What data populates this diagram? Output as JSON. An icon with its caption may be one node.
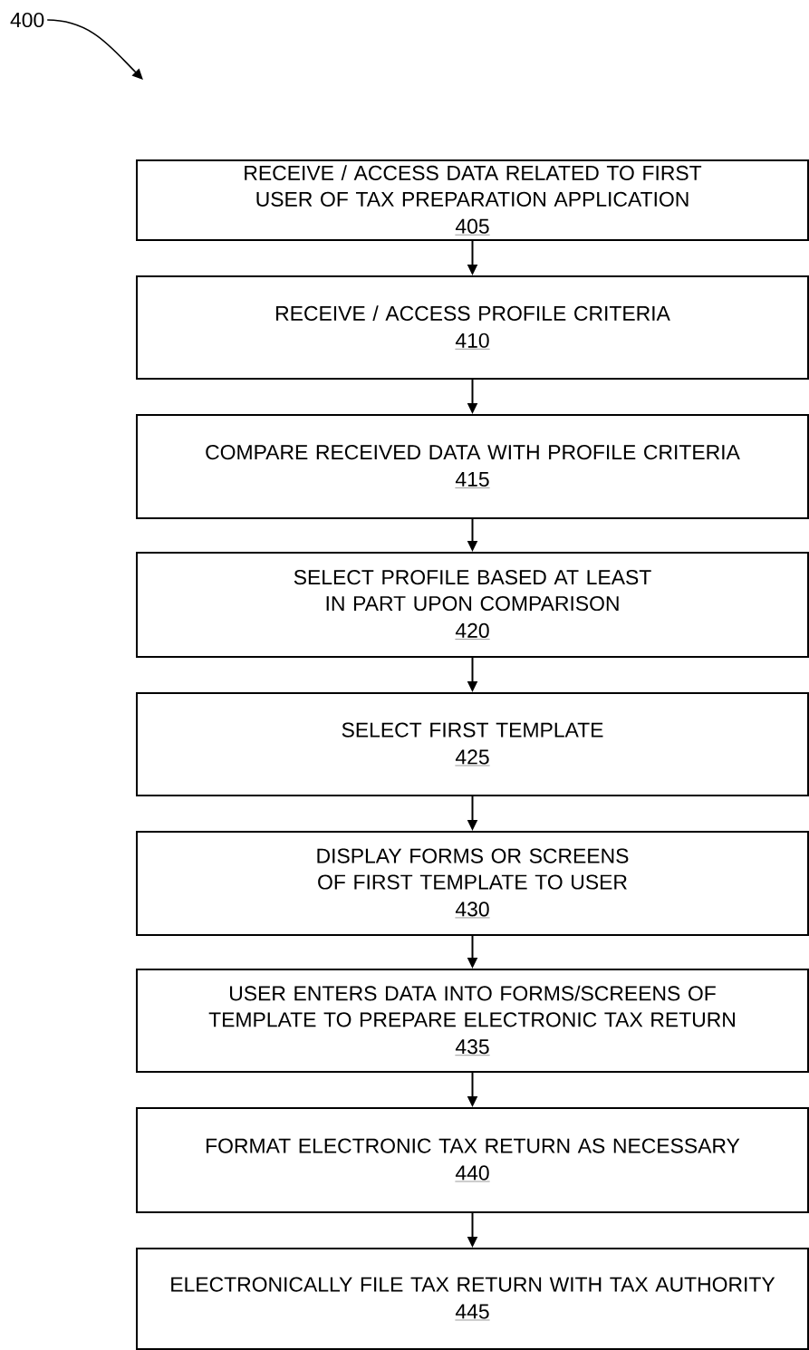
{
  "diagram": {
    "nodes": [
      {
        "text": [
          "400"
        ]
      },
      {
        "text": [
          "RECEIVE / ACCESS DATA RELATED TO FIRST USER OF TAX PREPARATION APPLICATION",
          "405"
        ]
      },
      {
        "text": [
          "RECEIVE / ACCESS PROFILE CRITERIA",
          "410"
        ]
      },
      {
        "text": [
          "COMPARE RECEIVED DATA WITH PROFILE CRITERIA",
          "415"
        ]
      },
      {
        "text": [
          "SELECT PROFILE BASED AT LEAST IN PART UPON COMPARISON",
          "420"
        ]
      },
      {
        "text": [
          "SELECT FIRST TEMPLATE",
          "425"
        ]
      },
      {
        "text": [
          "DISPLAY FORMS OR SCREENS OF FIRST TEMPLATE TO USER",
          "430"
        ]
      },
      {
        "text": [
          "USER ENTERS DATA INTO FORMS/SCREENS OF TEMPLATE TO PREPARE ELECTRONIC TAX RETURN",
          "435"
        ]
      },
      {
        "text": [
          "FORMAT ELECTRONIC TAX RETURN AS NECESSARY",
          "440"
        ]
      },
      {
        "text": [
          "ELECTRONICALLY FILE TAX RETURN WITH TAX AUTHORITY",
          "445"
        ]
      }
    ],
    "edges": [
      {
        "from": 0,
        "to": null,
        "arrow": "to"
      },
      {
        "from": 1,
        "to": 2,
        "arrow": "to"
      },
      {
        "from": 2,
        "to": 3,
        "arrow": "to"
      },
      {
        "from": 3,
        "to": 4,
        "arrow": "to"
      },
      {
        "from": 4,
        "to": 5,
        "arrow": "to"
      },
      {
        "from": 5,
        "to": 6,
        "arrow": "to"
      },
      {
        "from": 6,
        "to": 7,
        "arrow": "to"
      },
      {
        "from": 7,
        "to": 8,
        "arrow": "to"
      },
      {
        "from": 8,
        "to": 9,
        "arrow": "to"
      }
    ]
  }
}
